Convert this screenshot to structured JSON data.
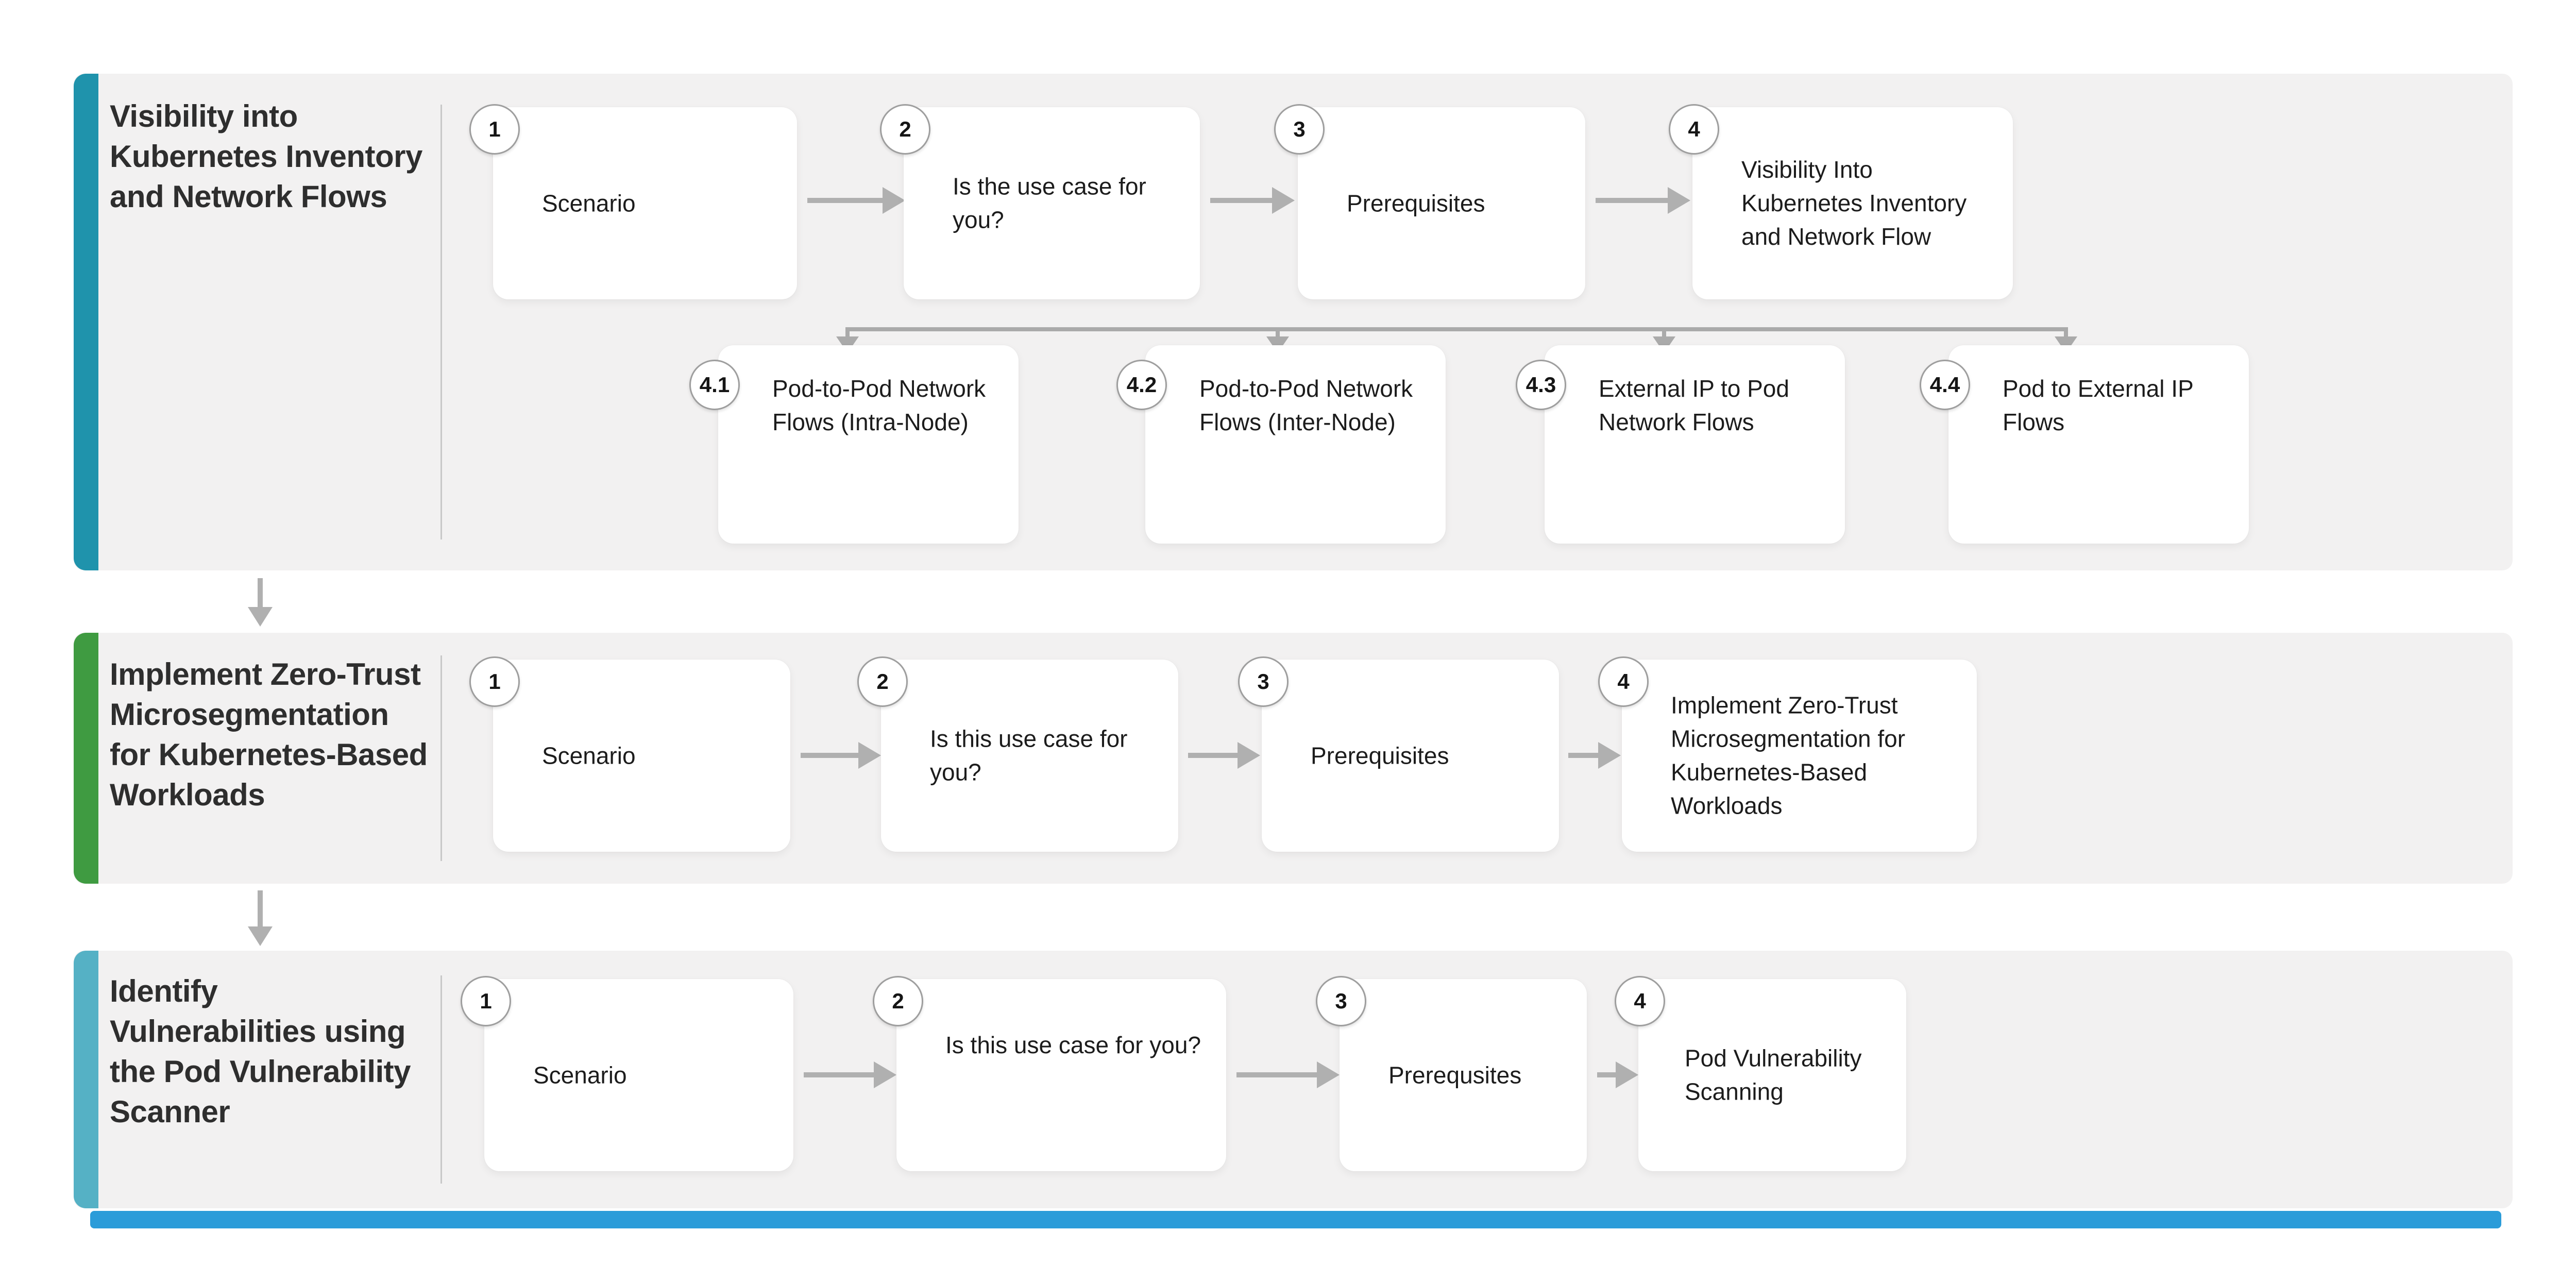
{
  "colors": {
    "section1_accent": "#1f93ac",
    "section2_accent": "#3f9b41",
    "section3_accent": "#55b1c5",
    "bottom_bar": "#2b9cd9",
    "connector": "#b0b0b0",
    "band_background": "#f2f1f1"
  },
  "sections": [
    {
      "title": "Visibility into Kubernetes Inventory and Network Flows",
      "steps": [
        {
          "number": "1",
          "label": "Scenario"
        },
        {
          "number": "2",
          "label": "Is the use case for you?"
        },
        {
          "number": "3",
          "label": "Prerequisites"
        },
        {
          "number": "4",
          "label": "Visibility Into Kubernetes Inventory and Network Flow"
        }
      ],
      "substeps": [
        {
          "number": "4.1",
          "label": "Pod-to-Pod Network Flows (Intra-Node)"
        },
        {
          "number": "4.2",
          "label": "Pod-to-Pod Network Flows (Inter-Node)"
        },
        {
          "number": "4.3",
          "label": "External IP to Pod Network Flows"
        },
        {
          "number": "4.4",
          "label": "Pod to External IP Flows"
        }
      ]
    },
    {
      "title": "Implement Zero-Trust Microsegmentation for Kubernetes-Based Workloads",
      "steps": [
        {
          "number": "1",
          "label": "Scenario"
        },
        {
          "number": "2",
          "label": "Is this use case for you?"
        },
        {
          "number": "3",
          "label": "Prerequisites"
        },
        {
          "number": "4",
          "label": "Implement Zero-Trust Microsegmentation for Kubernetes-Based Workloads"
        }
      ]
    },
    {
      "title": "Identify Vulnerabilities using the Pod Vulnerability Scanner",
      "steps": [
        {
          "number": "1",
          "label": "Scenario"
        },
        {
          "number": "2",
          "label": "Is this use case for you?"
        },
        {
          "number": "3",
          "label": "Prerequsites"
        },
        {
          "number": "4",
          "label": "Pod Vulnerability Scanning"
        }
      ]
    }
  ]
}
